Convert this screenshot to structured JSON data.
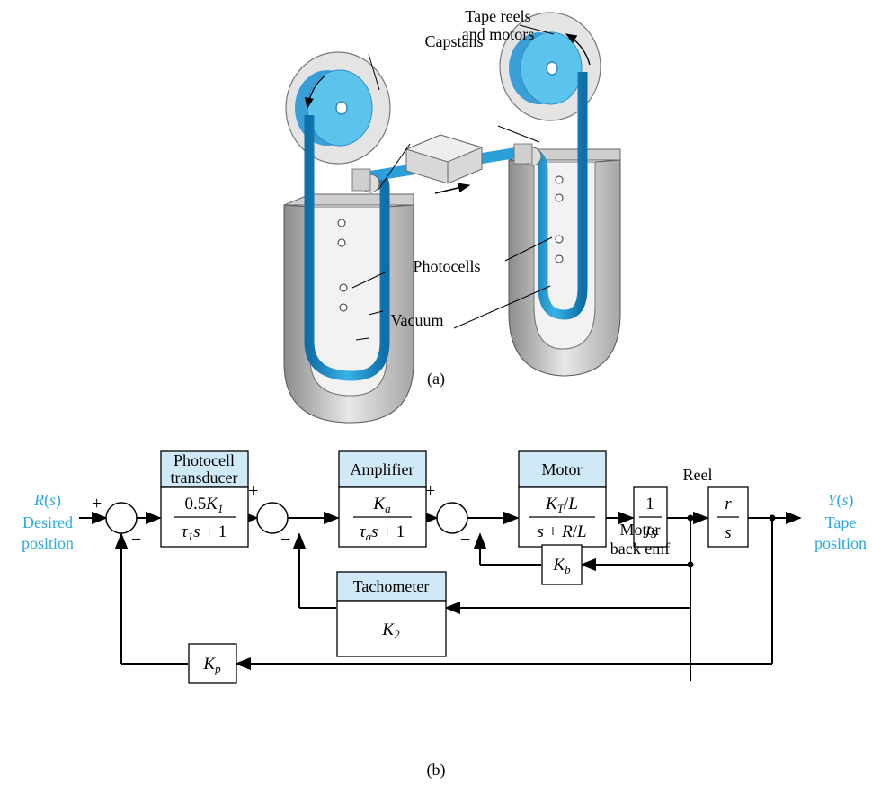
{
  "figure_a": {
    "labels": {
      "tape_reels": [
        "Tape reels",
        "and motors"
      ],
      "capstans": "Capstans",
      "photocells": "Photocells",
      "vacuum": "Vacuum"
    },
    "caption": "(a)"
  },
  "figure_b": {
    "input": {
      "symbol": "R(s)",
      "desc": [
        "Desired",
        "position"
      ]
    },
    "output": {
      "symbol": "Y(s)",
      "desc": [
        "Tape",
        "position"
      ]
    },
    "blocks": {
      "photocell": {
        "header": [
          "Photocell",
          "transducer"
        ],
        "tf": "0.5K1/(τ1s+1)"
      },
      "amplifier": {
        "header": "Amplifier",
        "tf": "Ka/(τas+1)"
      },
      "motor": {
        "header": "Motor",
        "tf": "(KT/L)/(s+R/L)"
      },
      "inertia": {
        "tf": "1/(Js)"
      },
      "reel": {
        "header": "Reel",
        "tf": "r/s"
      },
      "tachometer": {
        "header": "Tachometer",
        "tf": "K2"
      },
      "back_emf": {
        "label": [
          "Motor",
          "back emf"
        ],
        "tf": "Kb"
      },
      "position_feedback": {
        "tf": "Kp"
      }
    },
    "signs": {
      "plus": "+",
      "minus": "−"
    },
    "caption": "(b)"
  },
  "colors": {
    "accent_blue": "#29a9e0",
    "header_fill": "#cfe9f7",
    "tape_blue": "#1a8fd0",
    "reel_blue": "#5cc4ec"
  }
}
